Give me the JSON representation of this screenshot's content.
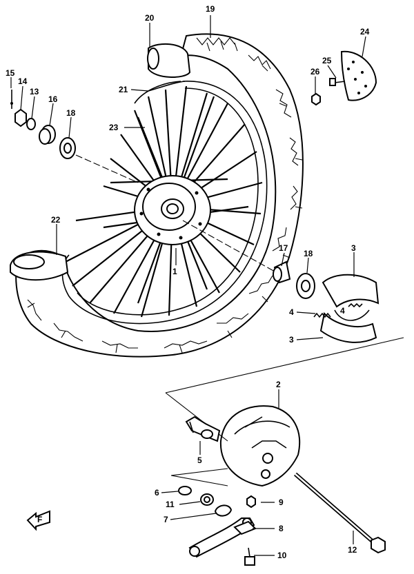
{
  "diagram": {
    "labels": {
      "p1": "1",
      "p2": "2",
      "p3a": "3",
      "p3b": "3",
      "p4a": "4",
      "p4b": "4",
      "p5": "5",
      "p6": "6",
      "p7": "7",
      "p8": "8",
      "p9": "9",
      "p10": "10",
      "p11": "11",
      "p12": "12",
      "p13": "13",
      "p14": "14",
      "p15": "15",
      "p16": "16",
      "p17": "17",
      "p18a": "18",
      "p18b": "18",
      "p19": "19",
      "p20": "20",
      "p21": "21",
      "p22": "22",
      "p23": "23",
      "p24": "24",
      "p25": "25",
      "p26": "26"
    }
  }
}
